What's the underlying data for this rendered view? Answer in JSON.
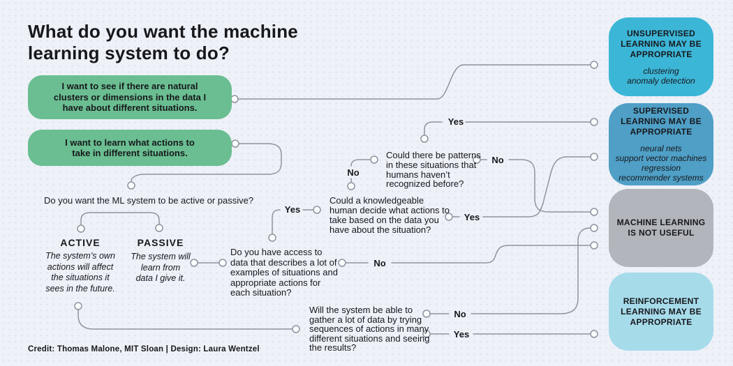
{
  "title": "What do you want the machine\nlearning system to do?",
  "intents": {
    "clusters": "I want to see if there are natural\nclusters or dimensions in the data I\nhave about different situations.",
    "actions": "I want to learn what actions to\ntake in different situations."
  },
  "questions": {
    "active_passive": "Do you want the ML system to be active or passive?",
    "access": "Do you have access to\ndata that describes a lot of\nexamples of situations and\nappropriate actions for\neach situation?",
    "knowledgeable": "Could a knowledgeable\nhuman decide what actions to\ntake based on the data you\nhave about the situation?",
    "patterns": "Could there be patterns\nin these situations that\nhumans haven’t\nrecognized before?",
    "gather": "Will the system be able to\ngather a lot of data by trying\nsequences of actions in many\ndifferent situations and seeing\nthe results?"
  },
  "options": {
    "active_label": "ACTIVE",
    "active_desc": "The system’s own\nactions will affect\nthe situations it\nsees in the future.",
    "passive_label": "PASSIVE",
    "passive_desc": "The system will\nlearn from\ndata I give it."
  },
  "branches": {
    "access_yes": "Yes",
    "access_no": "No",
    "knowledgeable_yes": "Yes",
    "knowledgeable_no": "No",
    "patterns_yes": "Yes",
    "patterns_no": "No",
    "gather_yes": "Yes",
    "gather_no": "No"
  },
  "outcomes": {
    "unsupervised": {
      "title": "UNSUPERVISED\nLEARNING MAY BE\nAPPROPRIATE",
      "methods": "clustering\nanomaly detection",
      "color": "#3cb6d7"
    },
    "supervised": {
      "title": "SUPERVISED\nLEARNING MAY BE\nAPPROPRIATE",
      "methods": "neural nets\nsupport vector machines\nregression\nrecommender systems",
      "color": "#4f9fc6"
    },
    "not_useful": {
      "title": "MACHINE LEARNING\nIS NOT USEFUL",
      "methods": "",
      "color": "#b2b5bb"
    },
    "reinforcement": {
      "title": "REINFORCEMENT\nLEARNING MAY BE\nAPPROPRIATE",
      "methods": "",
      "color": "#a6dbea"
    }
  },
  "colors": {
    "intent_green": "#6abe91",
    "line_gray": "#8e939d",
    "background": "#eef1f8"
  },
  "credit": "Credit: Thomas Malone, MIT Sloan | Design: Laura Wentzel"
}
